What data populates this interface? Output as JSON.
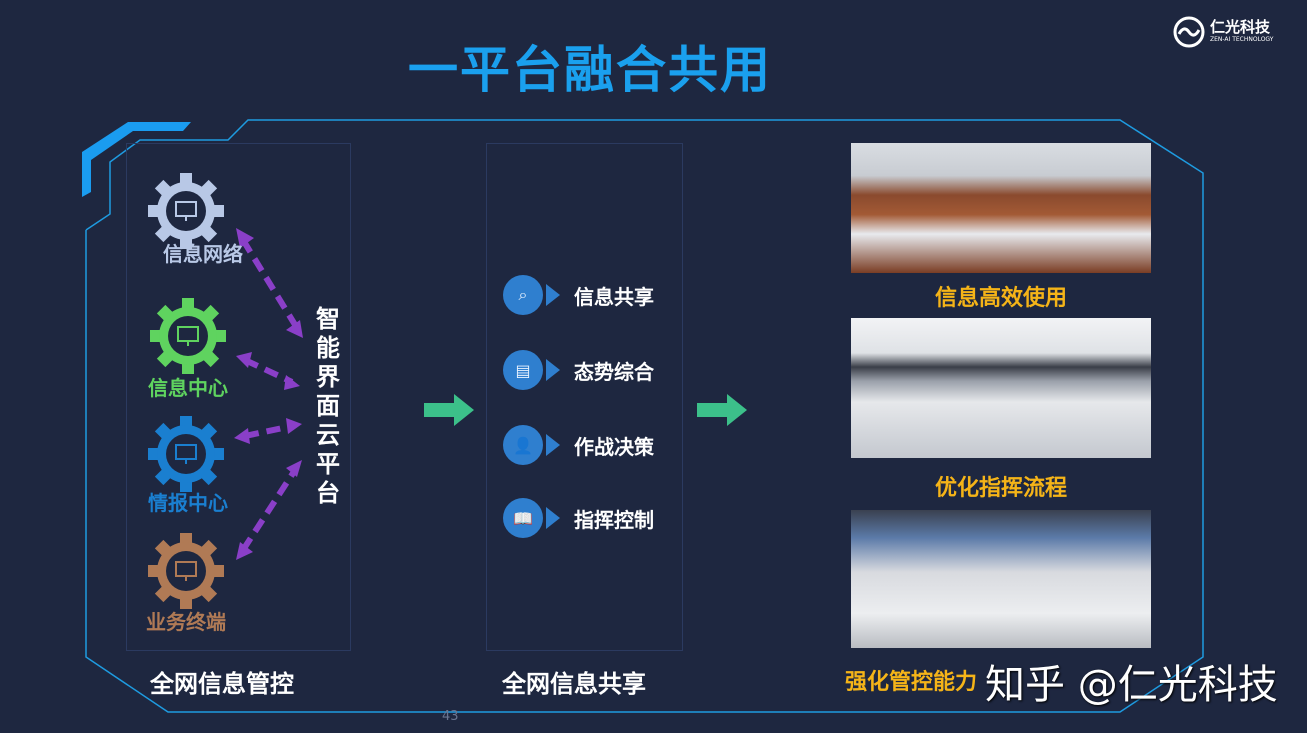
{
  "title": "一平台融合共用",
  "logo": {
    "name": "仁光科技",
    "sub": "ZEN-AI TECHNOLOGY"
  },
  "left": {
    "nodes": [
      {
        "label": "信息网络",
        "color": "#b8c8e6",
        "icon": "tablet-mail-icon"
      },
      {
        "label": "信息中心",
        "color": "#5fd35f",
        "icon": "media-device-icon"
      },
      {
        "label": "情报中心",
        "color": "#1a7fd0",
        "icon": "monitor-icon"
      },
      {
        "label": "业务终端",
        "color": "#b07a55",
        "icon": "monitor-icon"
      }
    ],
    "platform": [
      "智",
      "能",
      "界",
      "面",
      "云",
      "平",
      "台"
    ],
    "footer": "全网信息管控"
  },
  "middle": {
    "items": [
      {
        "label": "信息共享",
        "icon": "document-search-icon"
      },
      {
        "label": "态势综合",
        "icon": "dashboard-window-icon"
      },
      {
        "label": "作战决策",
        "icon": "add-user-icon"
      },
      {
        "label": "指挥控制",
        "icon": "book-icon"
      }
    ],
    "footer": "全网信息共享"
  },
  "right": {
    "items": [
      {
        "caption": "信息高效使用"
      },
      {
        "caption": "优化指挥流程"
      },
      {
        "caption": "强化管控能力"
      }
    ]
  },
  "page_number": "43",
  "watermark": "知乎 @仁光科技",
  "colors": {
    "background": "#1e2740",
    "title": "#1aa0ee",
    "frame": "#1e9be0",
    "arrow_purple": "#8a3fc8",
    "arrow_green": "#3cc08a",
    "caption": "#f5b418"
  }
}
